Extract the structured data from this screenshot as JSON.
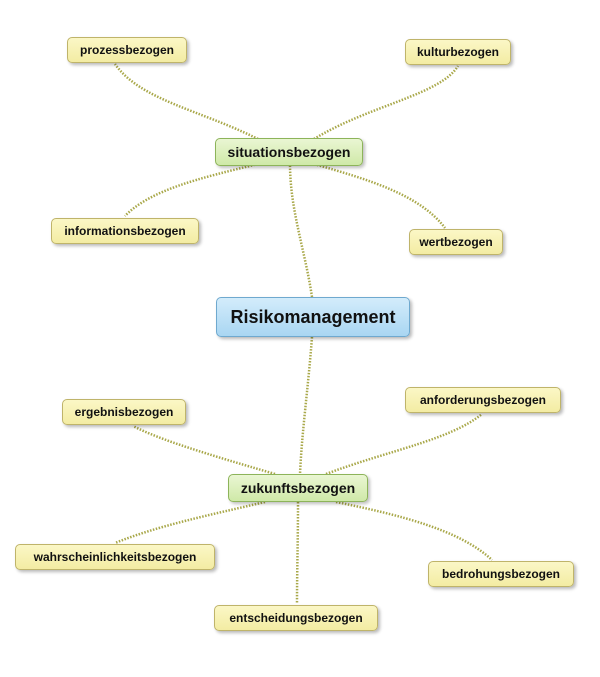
{
  "root": {
    "label": "Risikomanagement"
  },
  "branches": [
    {
      "label": "situationsbezogen",
      "children": [
        "prozessbezogen",
        "kulturbezogen",
        "informationsbezogen",
        "wertbezogen"
      ]
    },
    {
      "label": "zukunftsbezogen",
      "children": [
        "ergebnisbezogen",
        "anforderungsbezogen",
        "wahrscheinlichkeitsbezogen",
        "bedrohungsbezogen",
        "entscheidungsbezogen"
      ]
    }
  ],
  "colors": {
    "root_fill": "#aed8f3",
    "branch_fill": "#d4ebb0",
    "leaf_fill": "#f5eeaa",
    "connector": "#a9a84a"
  }
}
